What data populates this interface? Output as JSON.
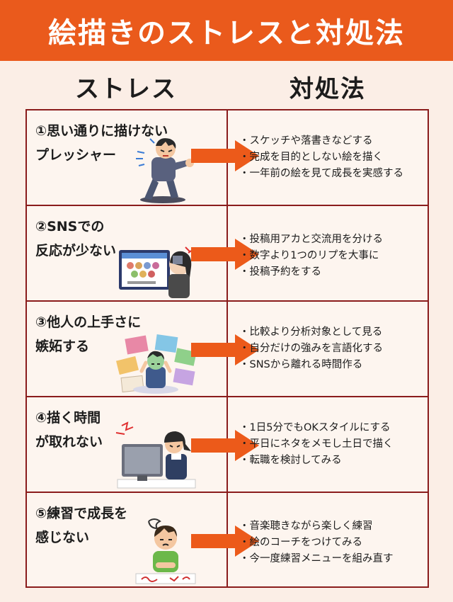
{
  "title": "絵描きのストレスと対処法",
  "headers": {
    "stress": "ストレス",
    "coping": "対処法"
  },
  "colors": {
    "banner": "#ea5a1c",
    "arrow": "#ec5a1a",
    "border": "#8a1c1c",
    "background": "#fbeee6"
  },
  "rows": [
    {
      "stress_lines": [
        "①思い通りに描けない",
        "プレッシャー"
      ],
      "coping": [
        "スケッチや落書きなどする",
        "完成を目的としない絵を描く",
        "一年前の絵を見て成長を実感する"
      ]
    },
    {
      "stress_lines": [
        "②SNSでの",
        "反応が少ない"
      ],
      "coping": [
        "投稿用アカと交流用を分ける",
        "数字より1つのリプを大事に",
        "投稿予約をする"
      ]
    },
    {
      "stress_lines": [
        "③他人の上手さに",
        "嫉妬する"
      ],
      "coping": [
        "比較より分析対象として見る",
        "自分だけの強みを言語化する",
        "SNSから離れる時間作る"
      ]
    },
    {
      "stress_lines": [
        "④描く時間",
        "が取れない"
      ],
      "coping": [
        "1日5分でもOKスタイルにする",
        "平日にネタをメモし土日で描く",
        "転職を検討してみる"
      ]
    },
    {
      "stress_lines": [
        "⑤練習で成長を",
        "感じない"
      ],
      "coping": [
        "音楽聴きながら楽しく練習",
        "絵のコーチをつけてみる",
        "今一度練習メニューを組み直す"
      ]
    }
  ]
}
